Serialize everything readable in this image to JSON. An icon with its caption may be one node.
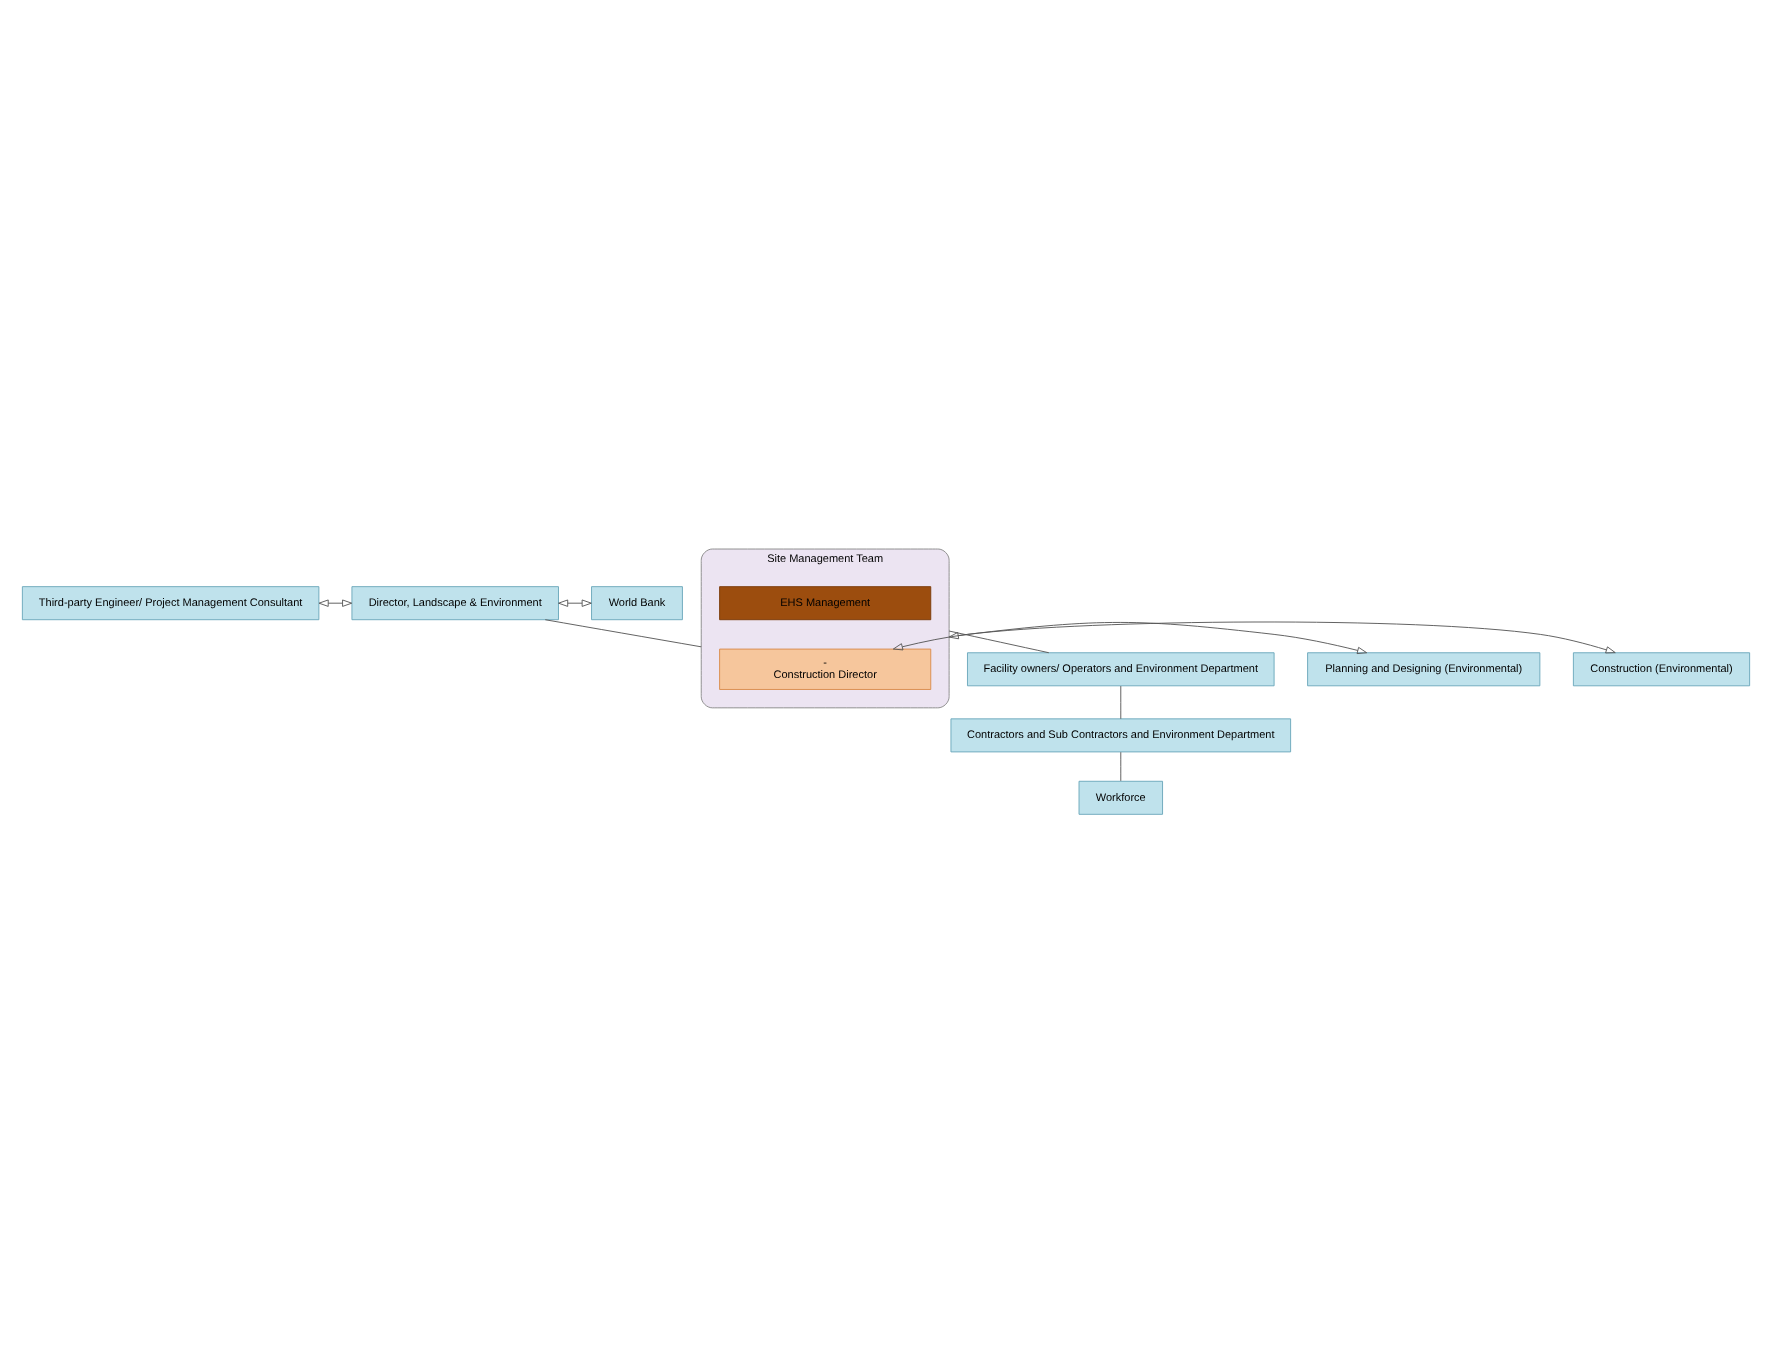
{
  "diagram": {
    "nodes": [
      {
        "text": [
          "Third-party Engineer/ Project Management Consultant"
        ]
      },
      {
        "text": [
          "Director, Landscape & Environment"
        ]
      },
      {
        "text": [
          "World Bank"
        ]
      },
      {
        "text": [
          "Site Management Team"
        ]
      },
      {
        "text": [
          "-",
          "Construction Director"
        ],
        "in": 3
      },
      {
        "text": [
          "EHS Management"
        ],
        "in": 3
      },
      {
        "text": [
          "Planning and Designing (Environmental)"
        ]
      },
      {
        "text": [
          "Construction (Environmental)"
        ]
      },
      {
        "text": [
          "Facility owners/ Operators and Environment Department"
        ]
      },
      {
        "text": [
          "Contractors and Sub Contractors and Environment Department"
        ]
      },
      {
        "text": [
          "Workforce"
        ]
      }
    ],
    "edges": [
      {
        "from": 0,
        "to": 1,
        "arrow": "both"
      },
      {
        "from": 1,
        "to": 2,
        "arrow": "both"
      },
      {
        "from": 1,
        "to": 3,
        "arrow": "none"
      },
      {
        "from": 6,
        "to": 3,
        "arrow": "both"
      },
      {
        "from": 4,
        "to": 7,
        "arrow": "both"
      },
      {
        "from": 3,
        "to": 8,
        "arrow": "none"
      },
      {
        "from": 8,
        "to": 9,
        "arrow": "none"
      },
      {
        "from": 9,
        "to": 10,
        "arrow": "none"
      }
    ]
  }
}
